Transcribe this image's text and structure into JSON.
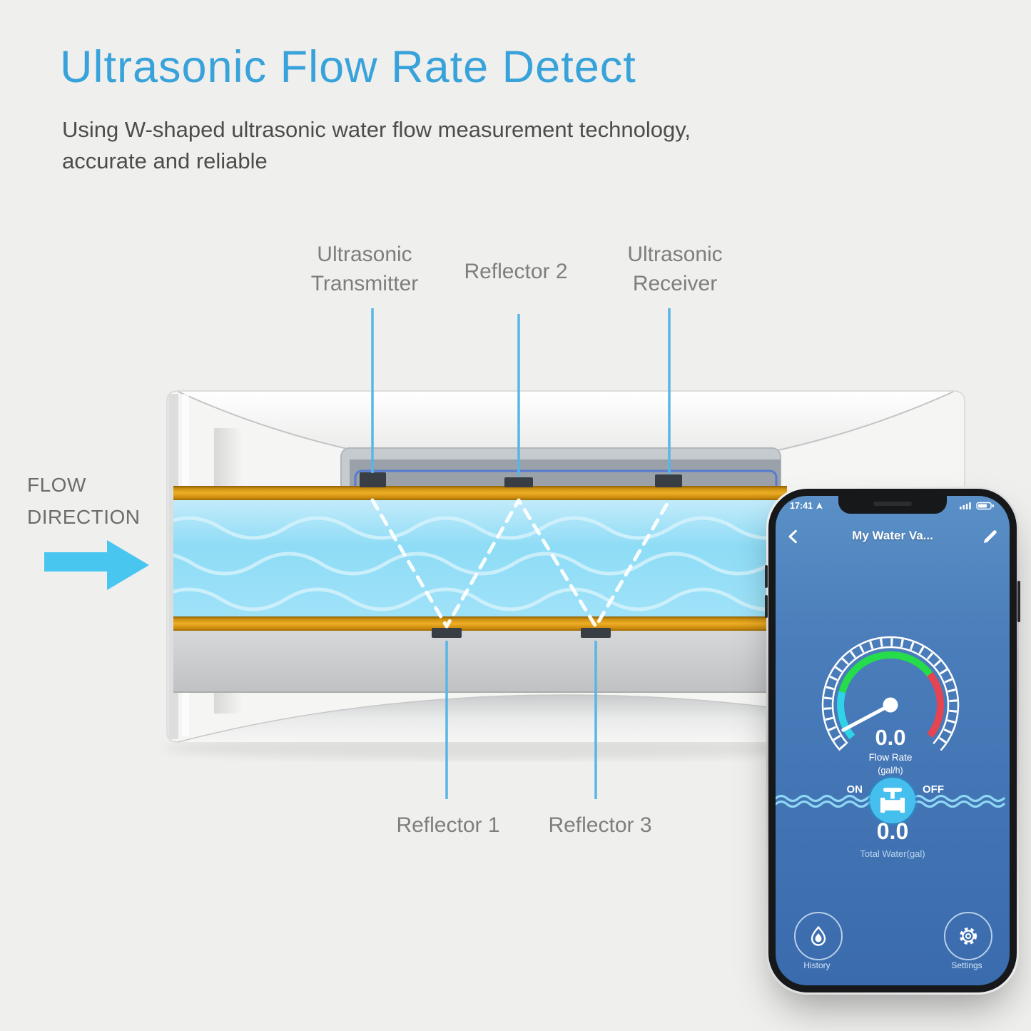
{
  "header": {
    "title": "Ultrasonic Flow Rate Detect",
    "subtitle": "Using W-shaped ultrasonic water flow measurement technology,\naccurate and reliable"
  },
  "flow": {
    "label": "FLOW\nDIRECTION"
  },
  "diagram_labels": {
    "transmitter": "Ultrasonic\nTransmitter",
    "reflector2": "Reflector 2",
    "receiver": "Ultrasonic\nReceiver",
    "reflector1": "Reflector 1",
    "reflector3": "Reflector 3"
  },
  "phone": {
    "status": {
      "time": "17:41"
    },
    "nav": {
      "title": "My Water Va..."
    },
    "gauge": {
      "value": "0.0",
      "label": "Flow Rate",
      "unit": "(gal/h)"
    },
    "valve": {
      "on": "ON",
      "off": "OFF"
    },
    "total": {
      "value": "0.0",
      "label": "Total Water(gal)"
    },
    "actions": {
      "history": "History",
      "settings": "Settings"
    }
  },
  "colors": {
    "page_bg": "#efefed",
    "accent_blue": "#38a2da",
    "subtitle_gray": "#4c4c4c",
    "label_gray": "#7e7e7e",
    "leader_blue": "#58b6e6",
    "arrow_cyan": "#49c6f0",
    "gold": "#d6960e",
    "water_blue": "#8edcf6",
    "app_top": "#5a90c7",
    "app_bottom": "#3a6bad",
    "gauge_cyan": "#30d2e8",
    "gauge_green": "#25dc4b",
    "gauge_red": "#e64450",
    "valve_blue": "#45bfee"
  }
}
